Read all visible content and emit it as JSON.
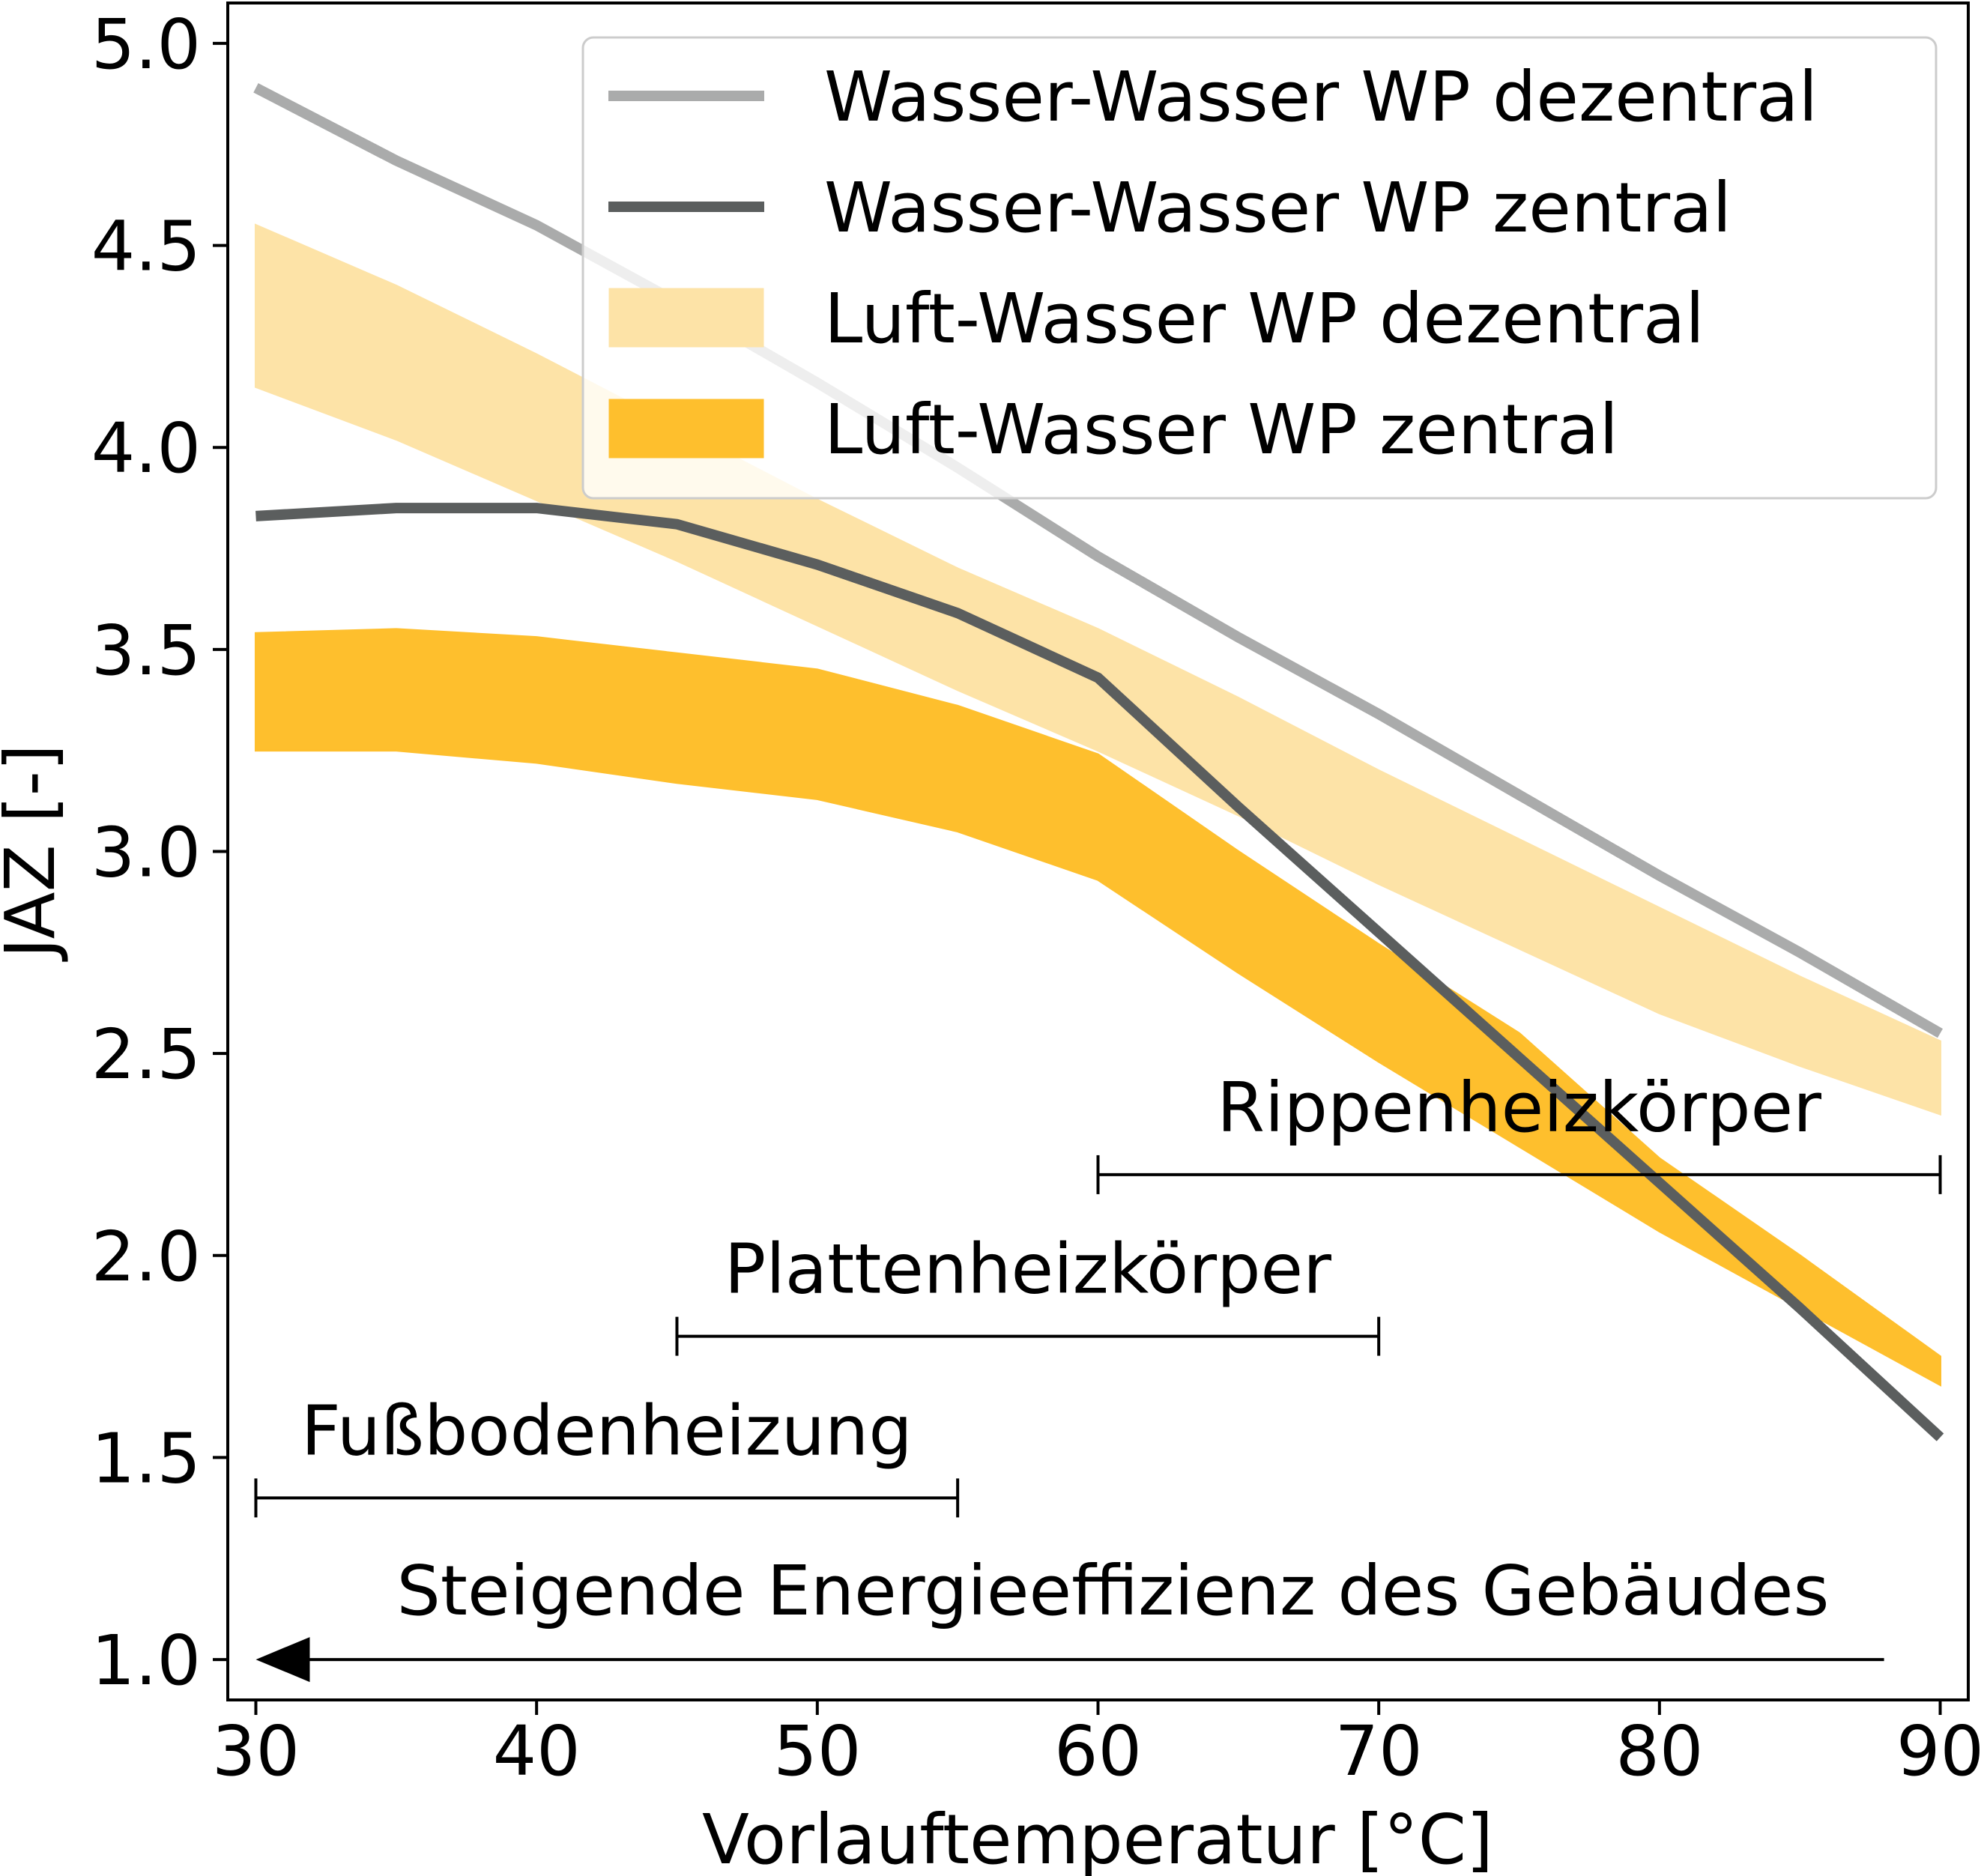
{
  "chart_data": {
    "type": "line",
    "xlabel": "Vorlauftemperatur [°C]",
    "ylabel": "JAZ [-]",
    "xlim": [
      29,
      91
    ],
    "ylim": [
      0.9,
      5.1
    ],
    "xticks": [
      30,
      40,
      50,
      60,
      70,
      80,
      90
    ],
    "xtick_labels": [
      "30",
      "40",
      "50",
      "60",
      "70",
      "80",
      "90"
    ],
    "yticks": [
      1.0,
      1.5,
      2.0,
      2.5,
      3.0,
      3.5,
      4.0,
      4.5,
      5.0
    ],
    "ytick_labels": [
      "1.0",
      "1.5",
      "2.0",
      "2.5",
      "3.0",
      "3.5",
      "4.0",
      "4.5",
      "5.0"
    ],
    "grid": false,
    "legend_position": "top-right",
    "lines": [
      {
        "name": "Wasser-Wasser WP dezentral",
        "color": "#aaabab",
        "x": [
          30,
          35,
          40,
          45,
          50,
          55,
          60,
          65,
          70,
          75,
          80,
          85,
          90
        ],
        "y": [
          4.89,
          4.71,
          4.55,
          4.36,
          4.16,
          3.95,
          3.73,
          3.53,
          3.34,
          3.14,
          2.94,
          2.75,
          2.55
        ]
      },
      {
        "name": "Wasser-Wasser WP zentral",
        "color": "#5b5e5e",
        "x": [
          30,
          35,
          40,
          45,
          50,
          55,
          60,
          65,
          70,
          75,
          80,
          85,
          90
        ],
        "y": [
          3.83,
          3.85,
          3.85,
          3.81,
          3.71,
          3.59,
          3.43,
          3.11,
          2.8,
          2.49,
          2.18,
          1.87,
          1.55
        ]
      }
    ],
    "bands": [
      {
        "name": "Luft-Wasser WP dezentral",
        "color": "#fde3a7",
        "x": [
          30,
          35,
          40,
          45,
          50,
          55,
          60,
          65,
          70,
          75,
          80,
          85,
          90
        ],
        "upper": [
          4.55,
          4.4,
          4.23,
          4.05,
          3.87,
          3.7,
          3.55,
          3.38,
          3.2,
          3.03,
          2.86,
          2.69,
          2.53
        ],
        "lower": [
          4.15,
          4.02,
          3.87,
          3.72,
          3.56,
          3.4,
          3.25,
          3.09,
          2.92,
          2.76,
          2.6,
          2.47,
          2.35
        ]
      },
      {
        "name": "Luft-Wasser WP zentral",
        "color": "#febf2d",
        "x": [
          30,
          35,
          40,
          45,
          50,
          55,
          60,
          65,
          70,
          75,
          80,
          85,
          90
        ],
        "upper": [
          3.54,
          3.55,
          3.53,
          3.49,
          3.45,
          3.36,
          3.24,
          3.0,
          2.77,
          2.55,
          2.24,
          2.0,
          1.75
        ],
        "lower": [
          3.25,
          3.25,
          3.22,
          3.17,
          3.13,
          3.05,
          2.93,
          2.7,
          2.48,
          2.27,
          2.06,
          1.87,
          1.68
        ]
      }
    ],
    "ranges": [
      {
        "label": "Rippenheizkörper",
        "x0": 60,
        "x1": 90,
        "y": 2.2
      },
      {
        "label": "Plattenheizkörper",
        "x0": 45,
        "x1": 70,
        "y": 1.8
      },
      {
        "label": "Fußbodenheizung",
        "x0": 30,
        "x1": 55,
        "y": 1.4
      }
    ],
    "arrow": {
      "label": "Steigende Energieeffizienz des Gebäudes",
      "x_from": 88,
      "x_to": 30,
      "y": 1.0
    }
  }
}
